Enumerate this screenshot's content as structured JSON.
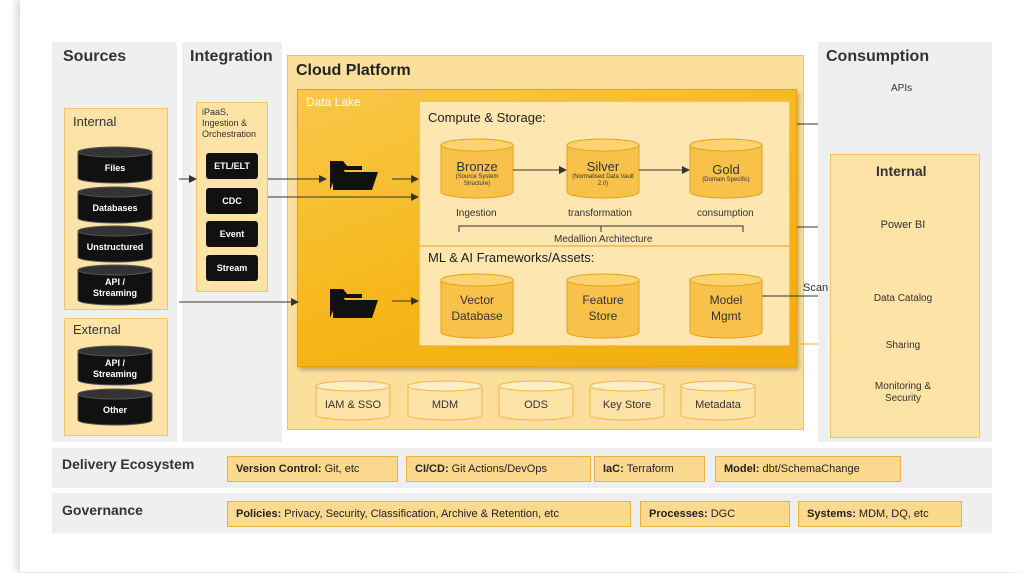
{
  "sources": {
    "title": "Sources",
    "internal_label": "Internal",
    "internal_items": [
      "Files",
      "Databases",
      "Unstructured",
      "API / Streaming"
    ],
    "external_label": "External",
    "external_items": [
      "API / Streaming",
      "Other"
    ]
  },
  "integration": {
    "title": "Integration",
    "ipaas_label": "iPaaS, Ingestion & Orchestration",
    "items": [
      "ETL/ELT",
      "CDC",
      "Event",
      "Stream"
    ]
  },
  "cloud": {
    "title": "Cloud Platform",
    "data_lake_label": "Data Lake",
    "compute_label": "Compute & Storage:",
    "bronze": "Bronze",
    "bronze_sub": "(Source System Structure)",
    "silver": "Silver",
    "silver_sub": "(Normalised Data Vault 2.0)",
    "gold": "Gold",
    "gold_sub": "(Domain Specific)",
    "stage_ingestion": "Ingestion",
    "stage_transformation": "transformation",
    "stage_consumption": "consumption",
    "medallion": "Medallion Architecture",
    "ml_label": "ML & AI Frameworks/Assets:",
    "vector": "Vector Database",
    "feature": "Feature Store",
    "model": "Model Mgmt",
    "bottom": [
      "IAM & SSO",
      "MDM",
      "ODS",
      "Key Store",
      "Metadata"
    ]
  },
  "consumption": {
    "title": "Consumption",
    "apis": "APIs",
    "internal_label": "Internal",
    "power_bi": "Power BI",
    "scan": "Scan",
    "items": [
      "Data Catalog",
      "Sharing",
      "Monitoring & Security"
    ]
  },
  "delivery": {
    "title": "Delivery Ecosystem",
    "items": [
      {
        "key": "Version Control:",
        "value": "Git, etc"
      },
      {
        "key": "CI/CD:",
        "value": "Git Actions/DevOps"
      },
      {
        "key": "IaC:",
        "value": "Terraform"
      },
      {
        "key": "Model:",
        "value": "dbt/SchemaChange"
      }
    ]
  },
  "governance": {
    "title": "Governance",
    "items": [
      {
        "key": "Policies:",
        "value": "Privacy, Security, Classification, Archive & Retention, etc"
      },
      {
        "key": "Processes:",
        "value": "DGC"
      },
      {
        "key": "Systems:",
        "value": "MDM, DQ, etc"
      }
    ]
  }
}
